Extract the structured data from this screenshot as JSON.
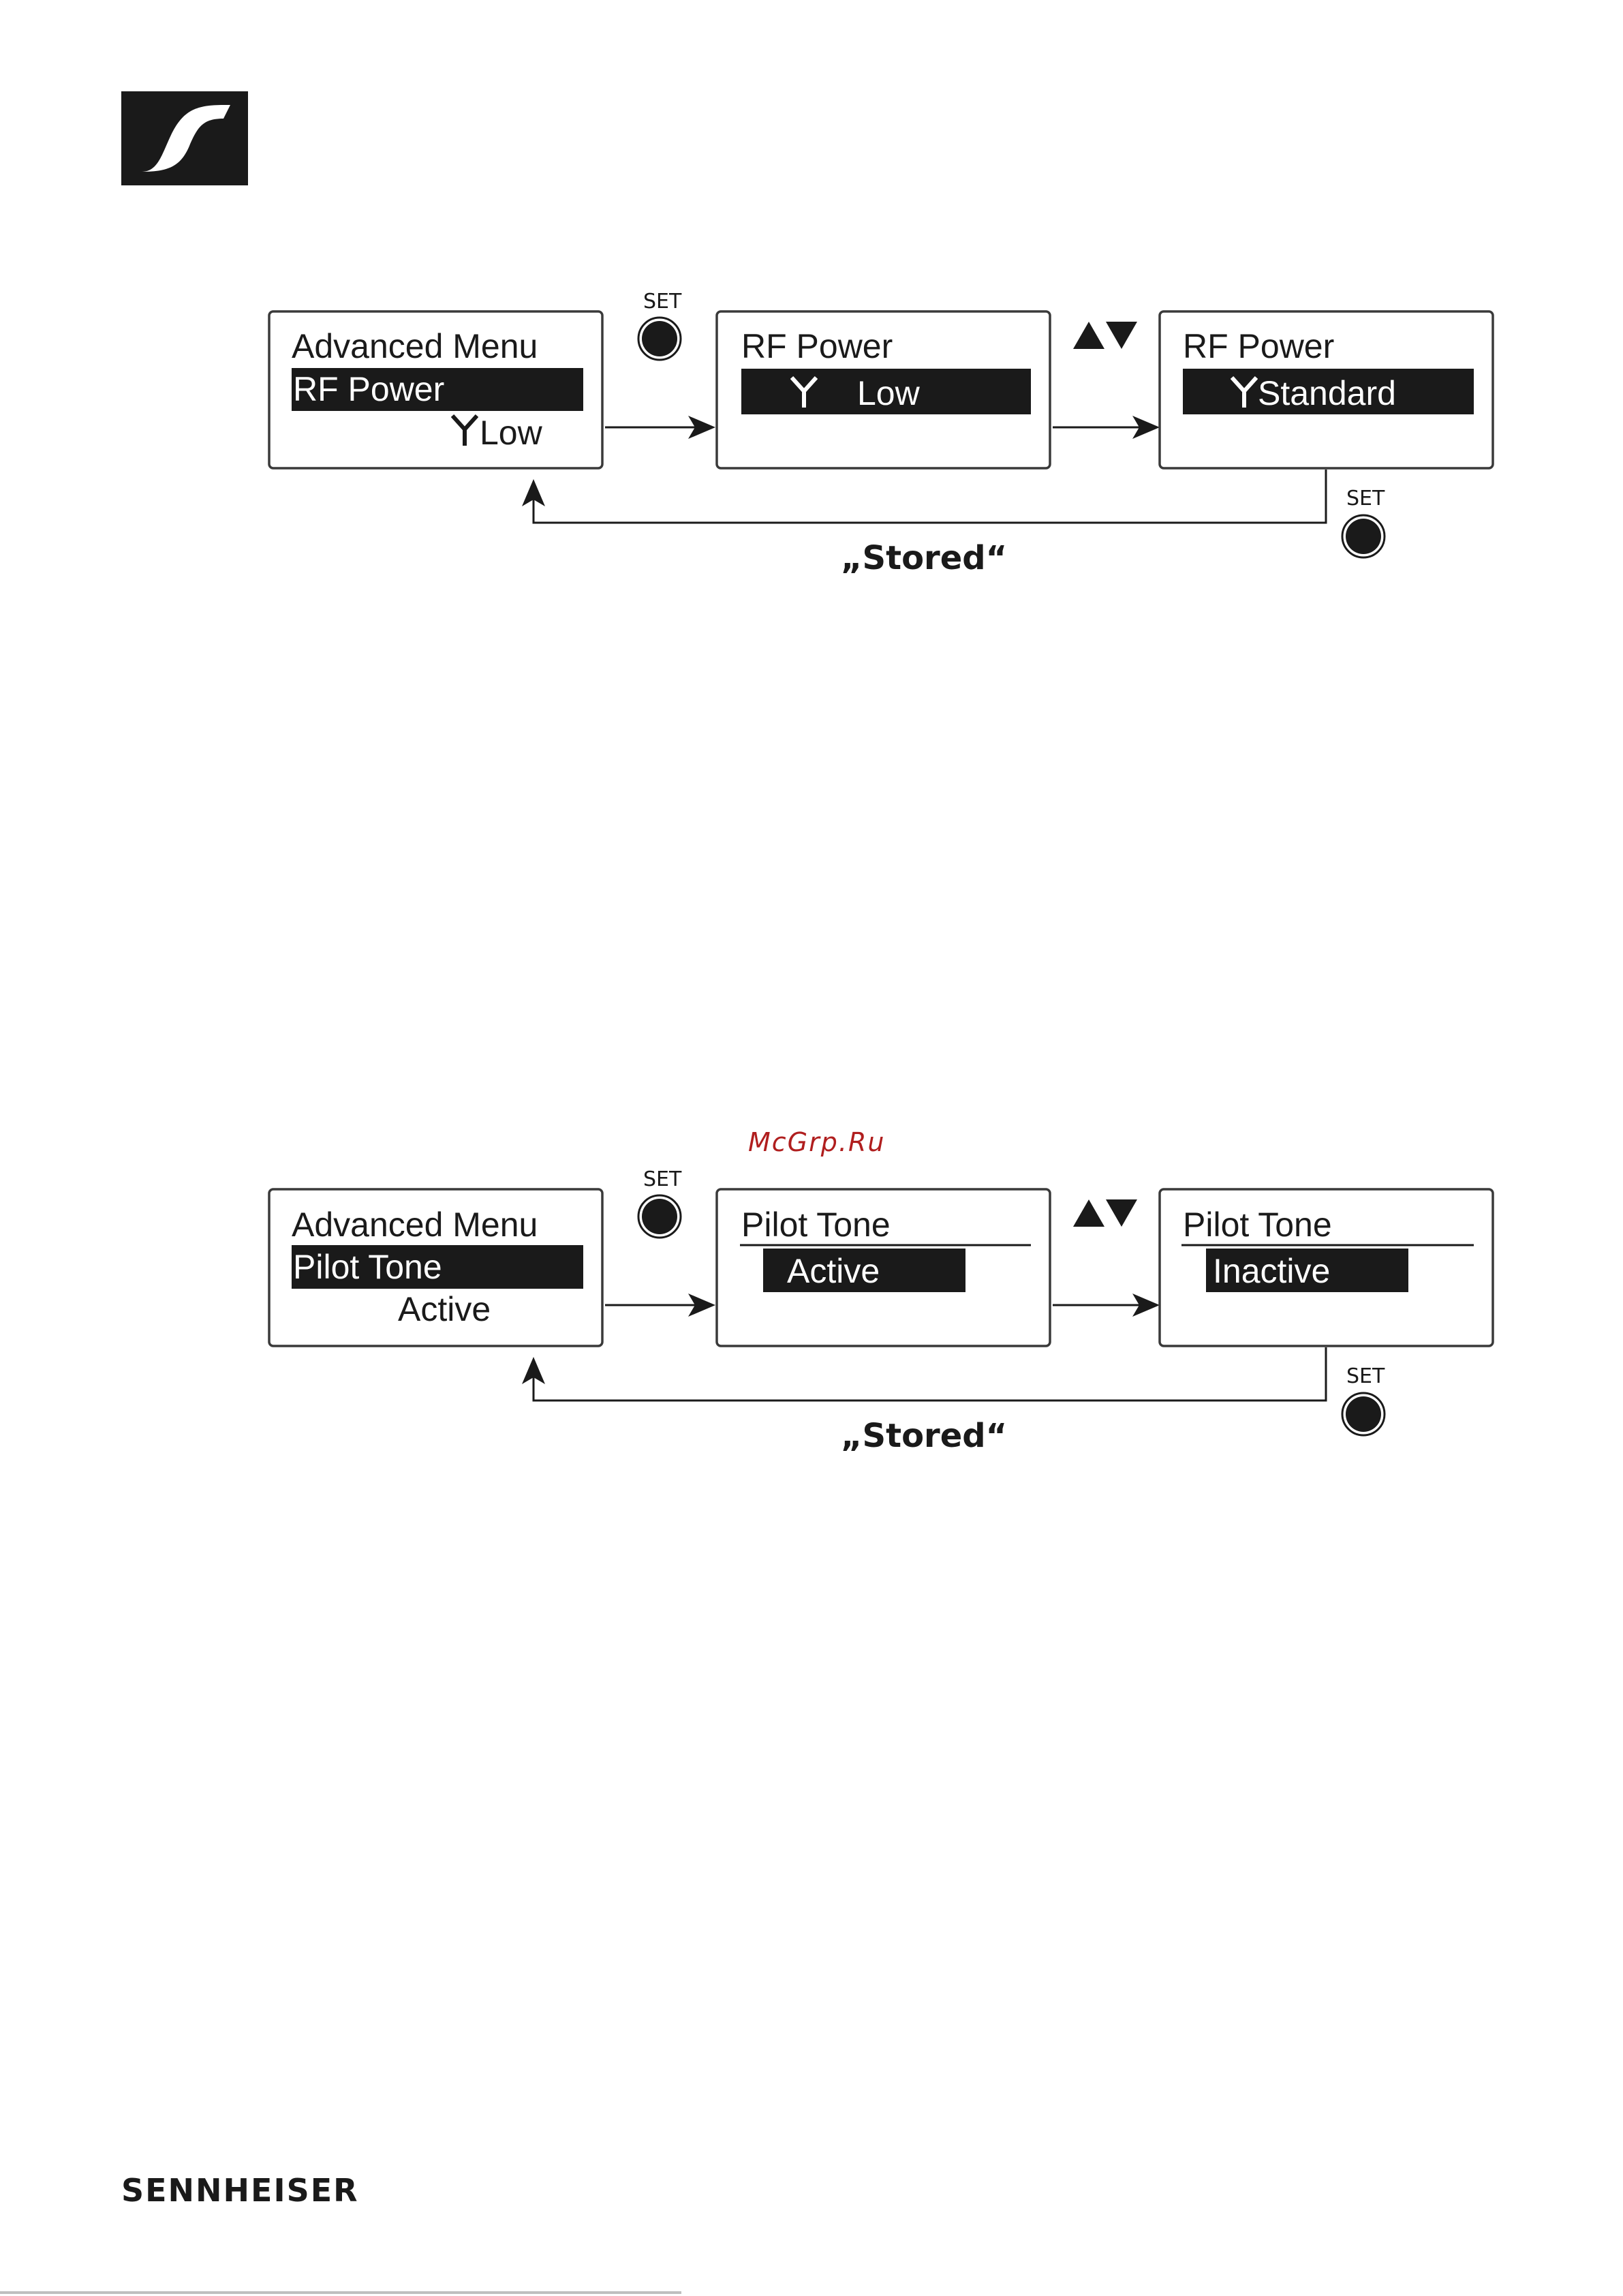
{
  "brand": {
    "name": "SENNHEISER",
    "logo_icon": "sennheiser-s-logo-icon",
    "watermark": "McGrp.Ru"
  },
  "diagrams": [
    {
      "id": "rf-power",
      "screens": [
        {
          "line1": "Advanced Menu",
          "highlight": "RF Power",
          "line3_icon": "antenna-icon",
          "line3": "Low"
        },
        {
          "title": "RF Power",
          "highlight_icon": "antenna-icon",
          "highlight": "Low"
        },
        {
          "title": "RF Power",
          "highlight_icon": "antenna-icon",
          "highlight": "Standard"
        }
      ],
      "set_label_top": "SET",
      "set_label_return": "SET",
      "return_label": "„Stored“"
    },
    {
      "id": "pilot-tone",
      "screens": [
        {
          "line1": "Advanced Menu",
          "highlight": "Pilot Tone",
          "line3": "Active"
        },
        {
          "title": "Pilot Tone",
          "highlight": "Active"
        },
        {
          "title": "Pilot Tone",
          "highlight": "Inactive"
        }
      ],
      "set_label_top": "SET",
      "set_label_return": "SET",
      "return_label": "„Stored“"
    }
  ]
}
